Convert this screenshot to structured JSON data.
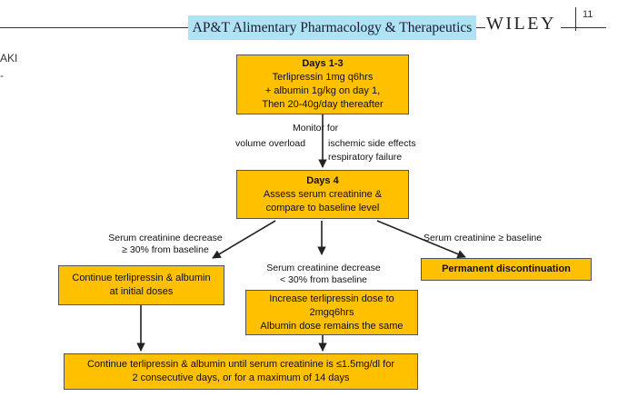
{
  "header": {
    "journal": "AP&T Alimentary Pharmacology & Therapeutics",
    "publisher": "WILEY",
    "page_number": "11"
  },
  "side_text": {
    "line1": "AKI",
    "line2": "-"
  },
  "boxes": {
    "days13": {
      "title": "Days 1-3",
      "line1": "Terlipressin 1mg q6hrs",
      "line2": "+ albumin 1g/kg on day 1,",
      "line3": "Then 20-40g/day thereafter"
    },
    "day4": {
      "title": "Days 4",
      "line1": "Assess serum creatinine &",
      "line2": "compare to baseline level"
    },
    "continue_initial": {
      "line1": "Continue terlipressin & albumin",
      "line2": "at initial doses"
    },
    "increase_dose": {
      "line1": "Increase terlipressin dose to",
      "line2": "2mgq6hrs",
      "line3": "Albumin dose remains the same"
    },
    "discontinue": {
      "line1": "Permanent discontinuation"
    },
    "final": {
      "line1": "Continue terlipressin & albumin until serum creatinine is ≤1.5mg/dl for",
      "line2": "2 consecutive days, or for a maximum of 14 days"
    }
  },
  "labels": {
    "monitor_title": "Monitor for",
    "monitor_left": "volume overload",
    "monitor_right1": "ischemic side effects",
    "monitor_right2": "respiratory failure",
    "decrease30_line1": "Serum creatinine  decrease",
    "decrease30_line2": "≥ 30% from baseline",
    "decrease_lt30_line1": "Serum creatinine  decrease",
    "decrease_lt30_line2": "< 30% from baseline",
    "ge_baseline": "Serum creatinine ≥ baseline"
  },
  "colors": {
    "box_fill": "#ffc000",
    "header_box": "#aee3f3",
    "arrow": "#222222"
  }
}
